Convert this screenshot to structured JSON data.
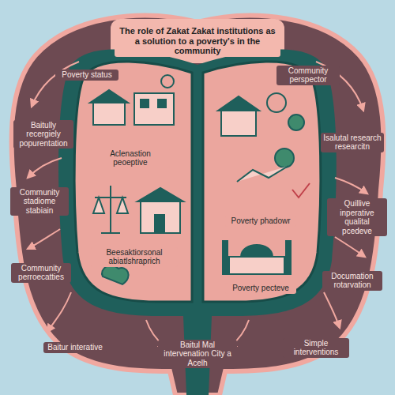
{
  "diagram": {
    "title": "The role of Zakat Zakat institutions as a solution to a poverty's in the community",
    "labels": [
      "Poverty status",
      "Community perspector",
      "Baitully recergiely popurentation",
      "Community stadiome stabiain",
      "Community perroecatties",
      "Baitur interative",
      "Baitul Mal intervenation City a Acelh",
      "Simple interventions",
      "Documation rotarvation",
      "Quillive inperative qualital pcedeve",
      "Isalutal research researcitn",
      "Aclenastion peoeptive",
      "Beesaktiorsonal abiatlshraprich",
      "Poverty phadowr",
      "Poverty pecteve"
    ]
  }
}
